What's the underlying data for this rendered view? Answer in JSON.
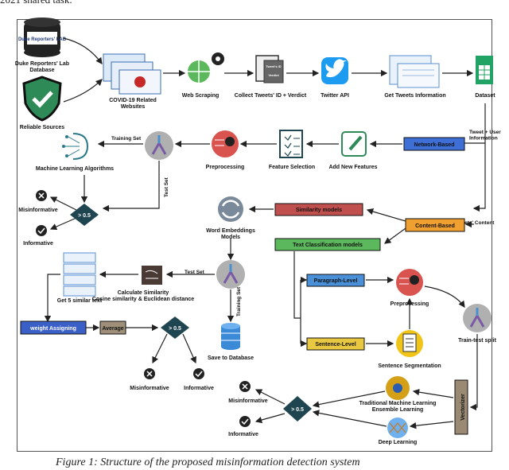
{
  "caption_top": "2021 shared task.",
  "caption_bottom": "Figure 1: Structure of the proposed misinformation detection system",
  "colors": {
    "network": "#3d6fd6",
    "content": "#f0a030",
    "similarity": "#c0504d",
    "text_class": "#5cb85c",
    "paragraph": "#4a90d9",
    "sentence": "#e8c840",
    "weight": "#3a60c8",
    "average": "#a0907a",
    "vectorizer": "#9a8a74",
    "diamond": "#1f4550"
  },
  "nodes": {
    "duke_lab": "Duke Reporters' Lab\nDatabase",
    "duke_logo": "Duke Reporters' LAB",
    "reliable": "Reliable Sources",
    "covid_sites": "COVID-19 Related\nWebsites",
    "web_scraping": "Web Scraping",
    "collect_ids": "Collect Tweets' ID + Verdict",
    "doc_id": "Tweet's ID",
    "doc_verdict": "Verdict",
    "twitter_api": "Twitter API",
    "get_tweets": "Get Tweets Information",
    "dataset": "Dataset",
    "tweet_user": "Tweet + User\nInformation",
    "network_based": "Network-Based",
    "add_features": "Add New Features",
    "feature_selection": "Feature Selection",
    "preprocessing1": "Preprocessing",
    "training_set1": "Training Set",
    "test_set1": "Test Set",
    "ml_algorithms": "Machine Learning Algorithms",
    "gt05_a": "> 0.5",
    "misinf_a": "Misinformative",
    "inf_a": "Informative",
    "tweets_content": "Tweets' Content",
    "content_based": "Content-Based",
    "similarity_models": "Similarity models",
    "text_class_models": "Text Classification models",
    "word_embeddings": "Word Embeddings\nModels",
    "test_set2": "Test Set",
    "training_set2": "Training Set",
    "calc_similarity": "Calculate Similarity\nCosine similarity & Euclidean distance",
    "get5": "Get 5 similar text",
    "save_db": "Save to Database",
    "weight_assign": "weight Assigning",
    "average": "Average",
    "gt05_b": "> 0.5",
    "misinf_b": "Misinformative",
    "inf_b": "Informative",
    "paragraph_level": "Paragraph-Level",
    "sentence_level": "Sentence-Level",
    "preprocessing2": "Preprocessing",
    "sentence_seg": "Sentence Segmentation",
    "train_test_split": "Train-test split",
    "vectorizer": "Vectorizer",
    "traditional_ml": "Traditional Machine Learning\nEnsemble Learning",
    "deep_learning": "Deep Learning",
    "gt05_c": "> 0.5",
    "misinf_c": "Misinformative",
    "inf_c": "Informative"
  }
}
